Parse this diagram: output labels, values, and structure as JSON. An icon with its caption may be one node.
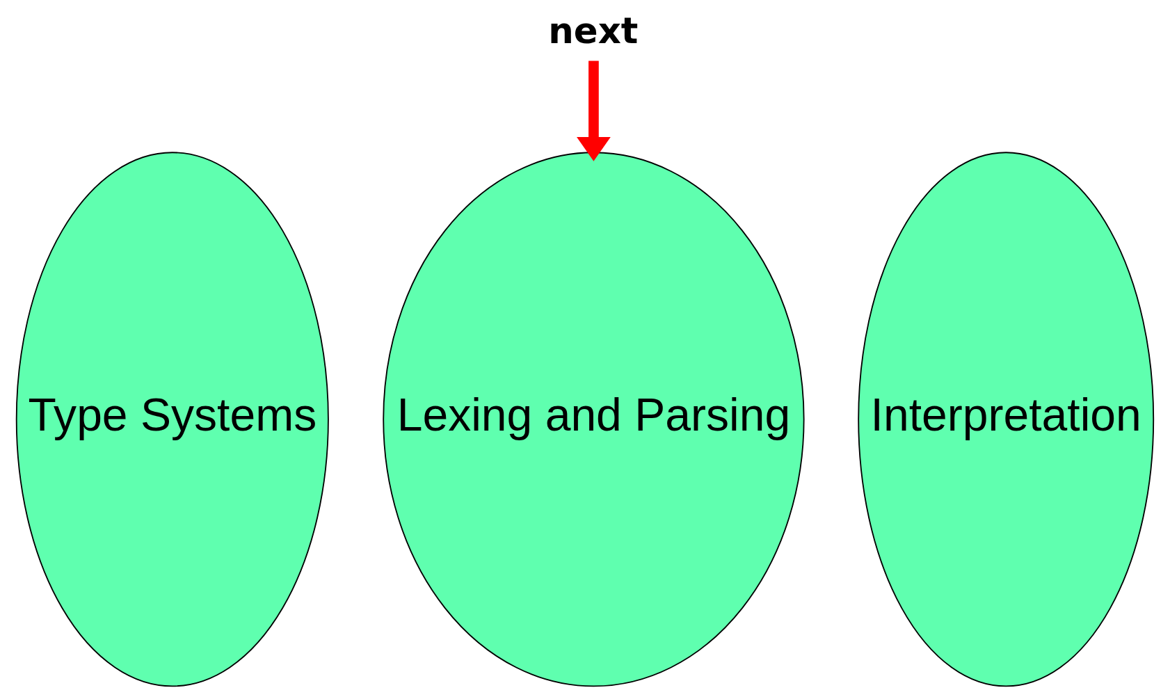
{
  "diagram": {
    "nodes": [
      {
        "text": [
          "Type Systems"
        ]
      },
      {
        "text": [
          "Lexing and Parsing"
        ]
      },
      {
        "text": [
          "Interpretation"
        ]
      },
      {
        "text": [
          "next"
        ]
      }
    ],
    "edges": [
      {
        "from": 3,
        "to": 1,
        "arrow": "to",
        "color": "#ff0000"
      }
    ]
  }
}
